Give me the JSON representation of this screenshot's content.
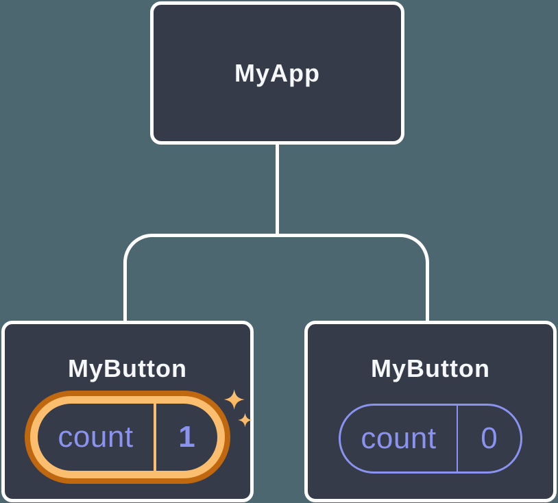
{
  "tree": {
    "root": {
      "label": "MyApp"
    },
    "children": [
      {
        "label": "MyButton",
        "state": {
          "key": "count",
          "value": "1"
        },
        "highlighted": true
      },
      {
        "label": "MyButton",
        "state": {
          "key": "count",
          "value": "0"
        },
        "highlighted": false
      }
    ]
  },
  "icons": {
    "sparkles": "sparkles-icon"
  },
  "colors": {
    "background": "#4c6770",
    "node_fill": "#353b48",
    "node_border": "#ffffff",
    "edge": "#ffffff",
    "label_text": "#f6f7f9",
    "state_text": "#8b93f0",
    "state_outline": "#8b93f0",
    "highlight_ring_outer": "#c0680f",
    "highlight_ring_inner": "#fbbd6e",
    "sparkle": "#fbbd6e"
  }
}
